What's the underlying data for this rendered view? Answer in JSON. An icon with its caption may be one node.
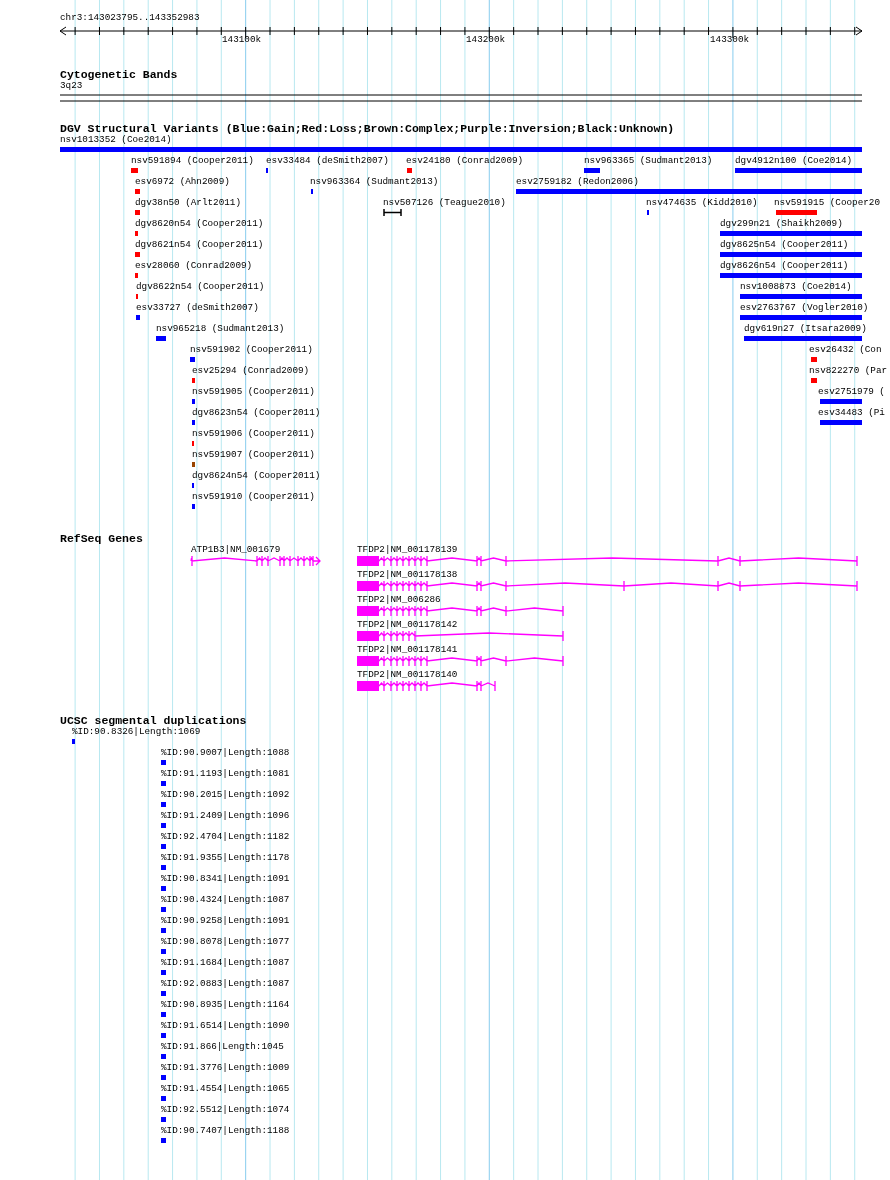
{
  "diagram": {
    "labels": [
      "chr3:143023795..143352983",
      "143100k",
      "143200k",
      "143300k",
      "Cytogenetic Bands",
      "3q23",
      "DGV Structural Variants (Blue:Gain;Red:Loss;Brown:Complex;Purple:Inversion;Black:Unknown)",
      "nsv1013352 (Coe2014)",
      "nsv591894 (Cooper2011)",
      "esv33484 (deSmith2007)",
      "esv24180 (Conrad2009)",
      "nsv963365 (Sudmant2013)",
      "dgv4912n100 (Coe2014)",
      "esv6972 (Ahn2009)",
      "nsv963364 (Sudmant2013)",
      "esv2759182 (Redon2006)",
      "dgv38n50 (Arlt2011)",
      "nsv507126 (Teague2010)",
      "nsv474635 (Kidd2010)",
      "nsv591915 (Cooper20",
      "dgv8620n54 (Cooper2011)",
      "dgv299n21 (Shaikh2009)",
      "dgv8621n54 (Cooper2011)",
      "dgv8625n54 (Cooper2011)",
      "esv28060 (Conrad2009)",
      "dgv8626n54 (Cooper2011)",
      "dgv8622n54 (Cooper2011)",
      "nsv1008873 (Coe2014)",
      "esv33727 (deSmith2007)",
      "esv2763767 (Vogler2010)",
      "nsv965218 (Sudmant2013)",
      "dgv619n27 (Itsara2009)",
      "nsv591902 (Cooper2011)",
      "esv26432 (Con",
      "esv25294 (Conrad2009)",
      "nsv822270 (Par",
      "nsv591905 (Cooper2011)",
      "esv2751979 (",
      "dgv8623n54 (Cooper2011)",
      "esv34483 (Pi",
      "nsv591906 (Cooper2011)",
      "nsv591907 (Cooper2011)",
      "dgv8624n54 (Cooper2011)",
      "nsv591910 (Cooper2011)",
      "RefSeq Genes",
      "ATP1B3|NM_001679",
      "TFDP2|NM_001178139",
      "TFDP2|NM_001178138",
      "TFDP2|NM_006286",
      "TFDP2|NM_001178142",
      "TFDP2|NM_001178141",
      "TFDP2|NM_001178140",
      "UCSC segmental duplications",
      "%ID:90.8326|Length:1069",
      "%ID:90.9007|Length:1088",
      "%ID:91.1193|Length:1081",
      "%ID:90.2015|Length:1092",
      "%ID:91.2409|Length:1096",
      "%ID:92.4704|Length:1182",
      "%ID:91.9355|Length:1178",
      "%ID:90.8341|Length:1091",
      "%ID:90.4324|Length:1087",
      "%ID:90.9258|Length:1091",
      "%ID:90.8078|Length:1077",
      "%ID:91.1684|Length:1087",
      "%ID:92.0883|Length:1087",
      "%ID:90.8935|Length:1164",
      "%ID:91.6514|Length:1090",
      "%ID:91.866|Length:1045",
      "%ID:91.3776|Length:1009",
      "%ID:91.4554|Length:1065",
      "%ID:92.5512|Length:1074",
      "%ID:90.7407|Length:1188"
    ]
  }
}
